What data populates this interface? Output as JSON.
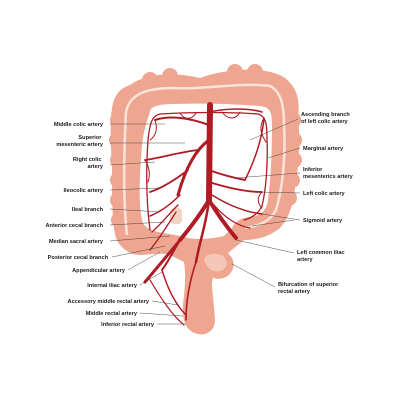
{
  "colors": {
    "colon_wall": "#eea691",
    "colon_inner": "#f6c7b8",
    "mucosa_line": "#fbe3da",
    "artery": "#b01a22",
    "artery_dark": "#8e1117",
    "cecum_patch": "#f3d4c4"
  },
  "labels_left": [
    {
      "text": [
        "Middle colic artery"
      ]
    },
    {
      "text": [
        "Superior",
        "mesenteric artery"
      ]
    },
    {
      "text": [
        "Right colic",
        "artery"
      ]
    },
    {
      "text": [
        "Ileocolic artery"
      ]
    },
    {
      "text": [
        "Ileal branch"
      ]
    },
    {
      "text": [
        "Anterior cecal branch"
      ]
    },
    {
      "text": [
        "Median sacral artery"
      ]
    },
    {
      "text": [
        "Posterior cecal branch"
      ]
    },
    {
      "text": [
        "Appendicular artery"
      ]
    },
    {
      "text": [
        "Internal iliac artery"
      ]
    },
    {
      "text": [
        "Accessory middle rectal artery"
      ]
    },
    {
      "text": [
        "Middle rectal artery"
      ]
    },
    {
      "text": [
        "Inferior rectal artery"
      ]
    }
  ],
  "labels_right": [
    {
      "text": [
        "Ascending branch",
        "of left colic artery"
      ]
    },
    {
      "text": [
        "Marginal artery"
      ]
    },
    {
      "text": [
        "Inferior",
        "mesenterics artery"
      ]
    },
    {
      "text": [
        "Left colic artery"
      ]
    },
    {
      "text": [
        "Sigmoid artery"
      ]
    },
    {
      "text": [
        "Left common iliac",
        "artery"
      ]
    },
    {
      "text": [
        "Bifurcation of superior",
        "rectal artery"
      ]
    }
  ]
}
